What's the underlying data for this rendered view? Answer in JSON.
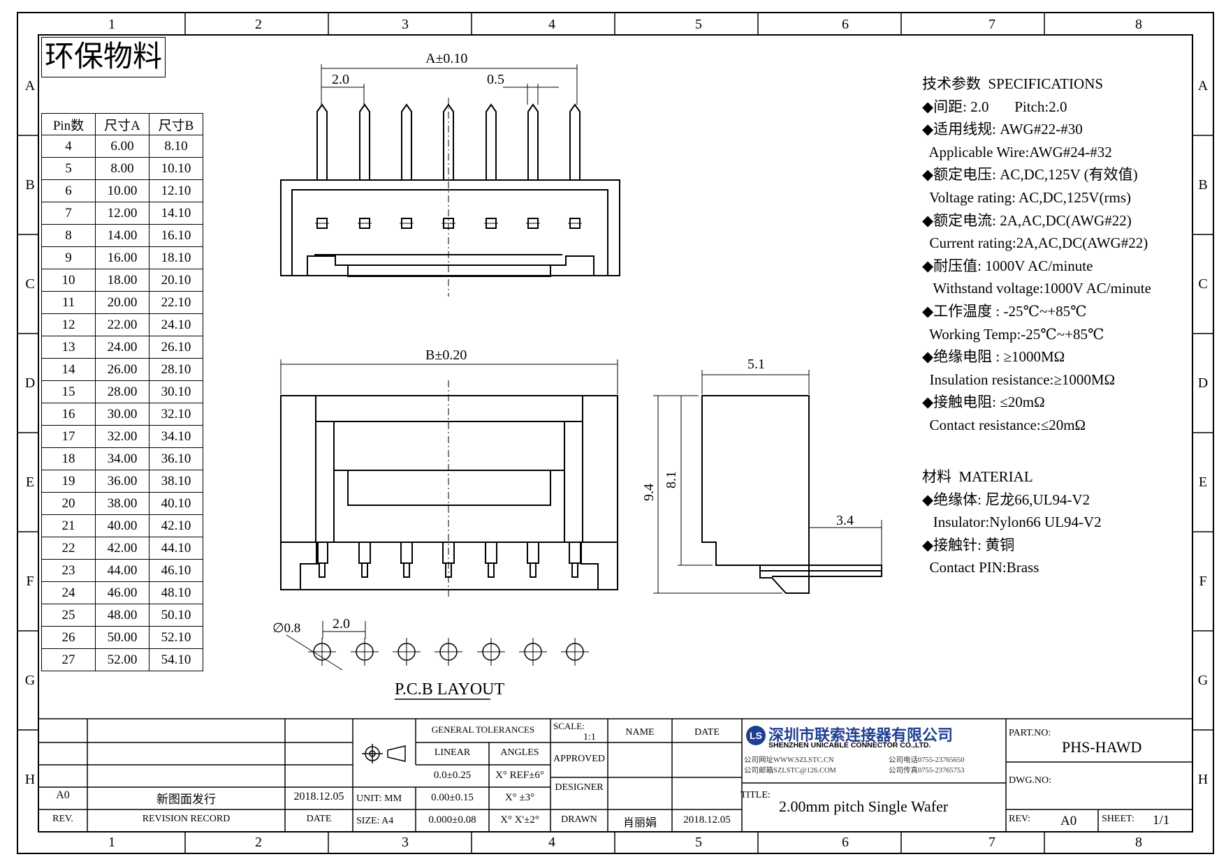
{
  "border": {
    "zones_top": [
      "1",
      "2",
      "3",
      "4",
      "5",
      "6",
      "7",
      "8"
    ],
    "zones_side": [
      "A",
      "B",
      "C",
      "D",
      "E",
      "F",
      "G",
      "H"
    ]
  },
  "header": {
    "env_label": "环保物料"
  },
  "pin_table": {
    "headers": [
      "Pin数",
      "尺寸A",
      "尺寸B"
    ],
    "rows": [
      [
        "4",
        "6.00",
        "8.10"
      ],
      [
        "5",
        "8.00",
        "10.10"
      ],
      [
        "6",
        "10.00",
        "12.10"
      ],
      [
        "7",
        "12.00",
        "14.10"
      ],
      [
        "8",
        "14.00",
        "16.10"
      ],
      [
        "9",
        "16.00",
        "18.10"
      ],
      [
        "10",
        "18.00",
        "20.10"
      ],
      [
        "11",
        "20.00",
        "22.10"
      ],
      [
        "12",
        "22.00",
        "24.10"
      ],
      [
        "13",
        "24.00",
        "26.10"
      ],
      [
        "14",
        "26.00",
        "28.10"
      ],
      [
        "15",
        "28.00",
        "30.10"
      ],
      [
        "16",
        "30.00",
        "32.10"
      ],
      [
        "17",
        "32.00",
        "34.10"
      ],
      [
        "18",
        "34.00",
        "36.10"
      ],
      [
        "19",
        "36.00",
        "38.10"
      ],
      [
        "20",
        "38.00",
        "40.10"
      ],
      [
        "21",
        "40.00",
        "42.10"
      ],
      [
        "22",
        "42.00",
        "44.10"
      ],
      [
        "23",
        "44.00",
        "46.10"
      ],
      [
        "24",
        "46.00",
        "48.10"
      ],
      [
        "25",
        "48.00",
        "50.10"
      ],
      [
        "26",
        "50.00",
        "52.10"
      ],
      [
        "27",
        "52.00",
        "54.10"
      ]
    ]
  },
  "dimensions": {
    "a": "A±0.10",
    "pitch_top": "2.0",
    "pin_width": "0.5",
    "b": "B±0.20",
    "depth": "5.1",
    "height_total": "9.4",
    "height_body": "8.1",
    "pin_len": "3.4",
    "hole_dia": "∅0.8",
    "pcb_pitch": "2.0",
    "pcb_label": "P.C.B LAYOUT"
  },
  "specs": {
    "lines": [
      "技术参数  SPECIFICATIONS",
      "◆间距: 2.0       Pitch:2.0",
      "◆适用线规: AWG#22-#30",
      "  Applicable Wire:AWG#24-#32",
      "◆额定电压: AC,DC,125V (有效值)",
      "  Voltage rating: AC,DC,125V(rms)",
      "◆额定电流: 2A,AC,DC(AWG#22)",
      "  Current rating:2A,AC,DC(AWG#22)",
      "◆耐压值: 1000V AC/minute",
      "   Withstand voltage:1000V AC/minute",
      "◆工作温度 : -25℃~+85℃",
      "  Working Temp:-25℃~+85℃",
      "◆绝缘电阻 : ≥1000MΩ",
      "  Insulation resistance:≥1000MΩ",
      "◆接触电阻: ≤20mΩ",
      "  Contact resistance:≤20mΩ"
    ],
    "material_lines": [
      "材料  MATERIAL",
      "◆绝缘体: 尼龙66,UL94-V2",
      "   Insulator:Nylon66 UL94-V2",
      "◆接触针: 黄铜",
      "  Contact PIN:Brass"
    ]
  },
  "title_block": {
    "rev_no": "A0",
    "rev_record": "新图面发行",
    "rev_date": "2018.12.05",
    "col_rev": "REV.",
    "col_record": "REVISION RECORD",
    "col_date": "DATE",
    "general_tol": "GENERAL TOLERANCES",
    "linear": "LINEAR",
    "angles": "ANGLES",
    "tol1": "0.0±0.25",
    "tol2": "0.00±0.15",
    "tol3": "0.000±0.08",
    "ang1": "X° REF±6°",
    "ang2": "X° ±3°",
    "ang3": "X° X'±2°",
    "unit": "UNIT: MM",
    "size": "SIZE: A4",
    "scale_label": "SCALE:",
    "scale_value": "1:1",
    "name": "NAME",
    "date": "DATE",
    "approved": "APPROVED",
    "designer": "DESIGNER",
    "drawn": "DRAWN",
    "drawn_name": "肖丽娟",
    "drawn_date": "2018.12.05",
    "company_cn": "深圳市联索连接器有限公司",
    "company_en": "SHENZHEN UNICABLE CONNECTOR CO.,LTD.",
    "website": "公司网址WWW.SZLSTC.CN",
    "email": "公司邮箱SZLSTC@126.COM",
    "phone": "公司电话0755-23765650",
    "fax": "公司传真0755-23765753",
    "logo": "LS",
    "title_label": "TITLE:",
    "title": "2.00mm pitch Single Wafer",
    "part_label": "PART.NO:",
    "part_no": "PHS-HAWD",
    "dwg_label": "DWG.NO:",
    "rev_label": "REV:",
    "rev_value": "A0",
    "sheet_label": "SHEET:",
    "sheet_value": "1/1"
  }
}
